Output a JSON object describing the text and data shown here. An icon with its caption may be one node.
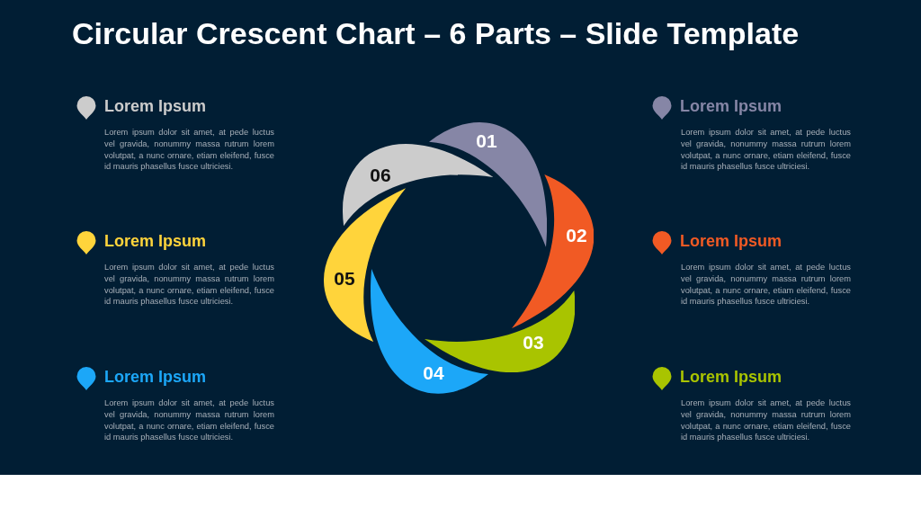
{
  "diagram": {
    "title": "Circular Crescent Chart – 6 Parts – Slide Template",
    "nodes": [
      {
        "text": [
          "01"
        ]
      },
      {
        "text": [
          "02"
        ]
      },
      {
        "text": [
          "03"
        ]
      },
      {
        "text": [
          "04"
        ]
      },
      {
        "text": [
          "05"
        ]
      },
      {
        "text": [
          "06"
        ]
      }
    ],
    "labels": [
      "Lorem ipsum dolor sit amet, at pede luctus vel gravida, nonummy massa rutrum lorem volutpat, a nunc ornare, etiam eleifend, fusce id mauris phasellus fusce ultriciesi.",
      "Lorem ipsum dolor sit amet, at pede luctus vel gravida, nonummy massa rutrum lorem volutpat, a nunc ornare, etiam eleifend, fusce id mauris phasellus fusce ultriciesi.",
      "Lorem ipsum dolor sit amet, at pede luctus vel gravida, nonummy massa rutrum lorem volutpat, a nunc ornare, etiam eleifend, fusce id mauris phasellus fusce ultriciesi.",
      "Lorem ipsum dolor sit amet, at pede luctus vel gravida, nonummy massa rutrum lorem volutpat, a nunc ornare, etiam eleifend, fusce id mauris phasellus fusce ultriciesi.",
      "Lorem ipsum dolor sit amet, at pede luctus vel gravida, nonummy massa rutrum lorem volutpat, a nunc ornare, etiam eleifend, fusce id mauris phasellus fusce ultriciesi.",
      "Lorem ipsum dolor sit amet, at pede luctus vel gravida, nonummy massa rutrum lorem volutpat, a nunc ornare, etiam eleifend, fusce id mauris phasellus fusce ultriciesi."
    ],
    "legend": [
      {
        "text": "Lorem Ipsum",
        "color": "#cccccc"
      },
      {
        "text": "Lorem Ipsum",
        "color": "#8686a6"
      },
      {
        "text": "Lorem Ipsum",
        "color": "#ffd43b"
      },
      {
        "text": "Lorem Ipsum",
        "color": "#f15a24"
      },
      {
        "text": "Lorem Ipsum",
        "color": "#1ca7f8"
      },
      {
        "text": "Lorem Ipsum",
        "color": "#a9c400"
      }
    ]
  }
}
